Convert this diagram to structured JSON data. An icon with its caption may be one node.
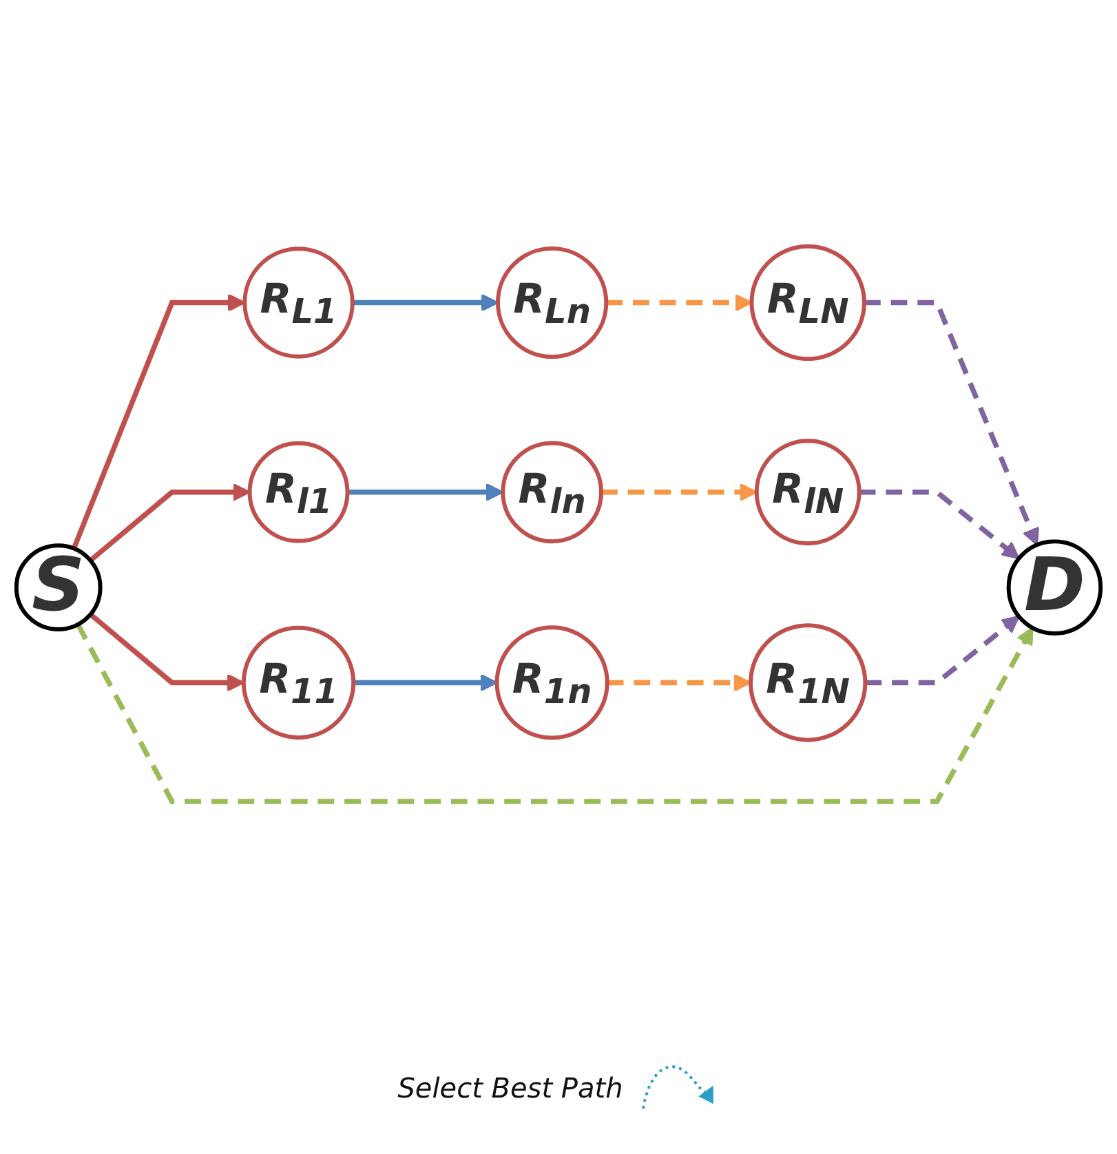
{
  "diagram": {
    "nodes": [
      {
        "text": [
          "R$_{L1}$"
        ]
      },
      {
        "text": [
          "R$_{Ln}$"
        ]
      },
      {
        "text": [
          "R$_{LN}$"
        ]
      },
      {
        "text": [
          "R$_{l1}$"
        ]
      },
      {
        "text": [
          "R$_{ln}$"
        ]
      },
      {
        "text": [
          "R$_{lN}$"
        ]
      },
      {
        "text": [
          "R$_{11}$"
        ]
      },
      {
        "text": [
          "R$_{1n}$"
        ]
      },
      {
        "text": [
          "R$_{1N}$"
        ]
      },
      {
        "text": [
          "S"
        ]
      },
      {
        "text": [
          "D"
        ]
      }
    ],
    "edges": [
      {
        "from": 9,
        "to": 0,
        "arrow": "to",
        "color": "#c0504d"
      },
      {
        "from": 9,
        "to": 3,
        "arrow": "to",
        "color": "#c0504d"
      },
      {
        "from": 9,
        "to": 6,
        "arrow": "to",
        "color": "#c0504d"
      },
      {
        "from": 0,
        "to": 1,
        "arrow": "to",
        "color": "#4f81bd"
      },
      {
        "from": 1,
        "to": 2,
        "arrow": "to",
        "color": "#f79646",
        "style": "dashed"
      },
      {
        "from": 3,
        "to": 4,
        "arrow": "to",
        "color": "#4f81bd"
      },
      {
        "from": 4,
        "to": 5,
        "arrow": "to",
        "color": "#f79646",
        "style": "dashed"
      },
      {
        "from": 6,
        "to": 7,
        "arrow": "to",
        "color": "#4f81bd"
      },
      {
        "from": 7,
        "to": 8,
        "arrow": "to",
        "color": "#f79646",
        "style": "dashed"
      },
      {
        "from": 2,
        "to": 10,
        "arrow": "to",
        "color": "#8064a2",
        "style": "dashed"
      },
      {
        "from": 5,
        "to": 10,
        "arrow": "to",
        "color": "#8064a2",
        "style": "dashed"
      },
      {
        "from": 8,
        "to": 10,
        "arrow": "to",
        "color": "#8064a2",
        "style": "dashed"
      },
      {
        "from": 9,
        "to": 10,
        "arrow": "to",
        "color": "#9bbb59",
        "style": "dashed"
      }
    ],
    "labels": [
      "Select Best Path"
    ]
  }
}
